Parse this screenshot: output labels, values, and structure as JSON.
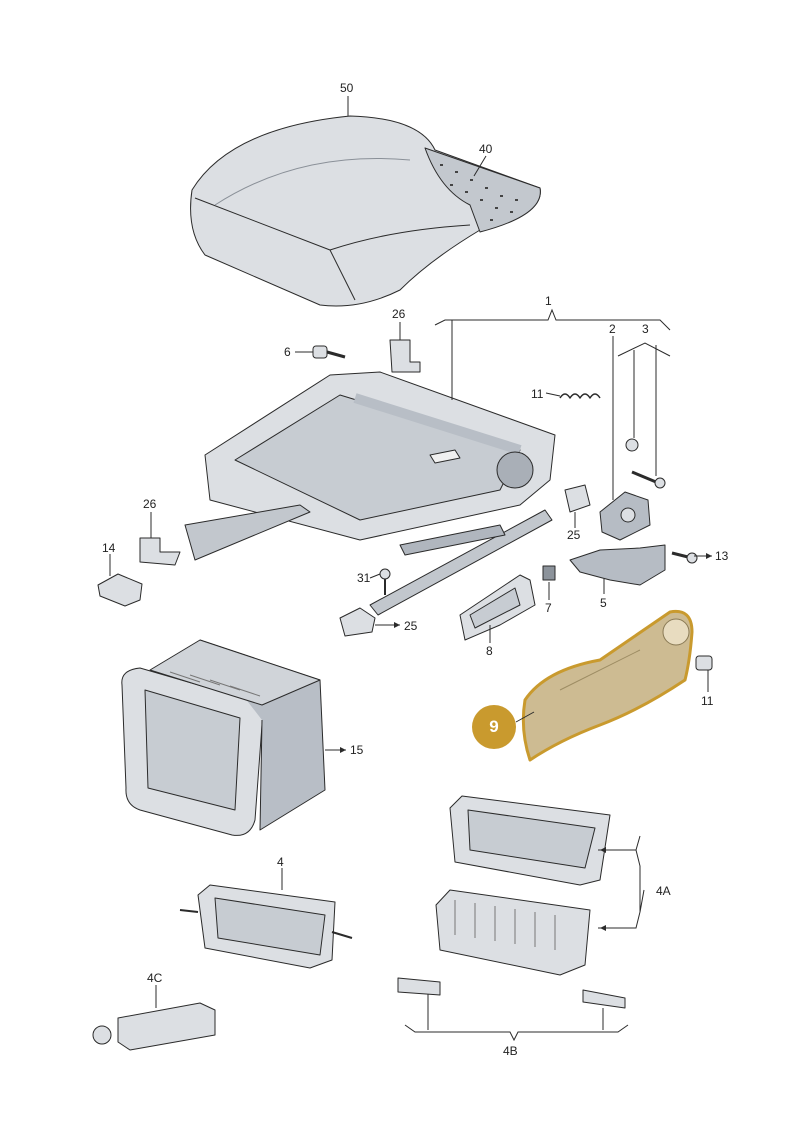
{
  "callouts": {
    "c50": "50",
    "c40": "40",
    "c1": "1",
    "c26a": "26",
    "c6": "6",
    "c2": "2",
    "c3": "3",
    "c11a": "11",
    "c26b": "26",
    "c14": "14",
    "c25a": "25",
    "c13": "13",
    "c31": "31",
    "c25b": "25",
    "c7": "7",
    "c5": "5",
    "c8": "8",
    "c11b": "11",
    "c9": "9",
    "c15": "15",
    "c4": "4",
    "c4a": "4A",
    "c4c": "4C",
    "c4b": "4B"
  },
  "colors": {
    "part_fill": "#dcdfe3",
    "part_dark": "#a9afb7",
    "line": "#2b2b2b",
    "highlight_fill": "#cdbb92",
    "highlight_stroke": "#c99a2e",
    "badge": "#c99a2e"
  },
  "highlighted_part": "9"
}
